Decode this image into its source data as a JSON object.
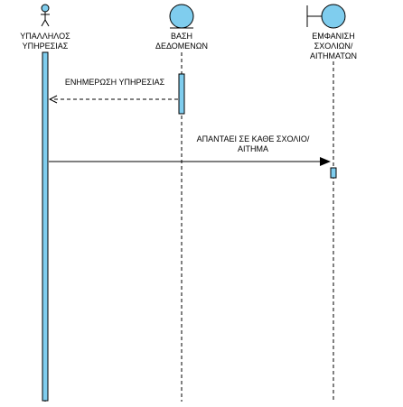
{
  "colors": {
    "fill": "#7fcdee",
    "stroke": "#000000",
    "background": "#ffffff"
  },
  "lifelines": [
    {
      "kind": "actor",
      "icon": "actor-icon",
      "label_lines": [
        "ΥΠΑΛΛΗΛΟΣ",
        "ΥΠΗΡΕΣΙΑΣ"
      ]
    },
    {
      "kind": "entity",
      "icon": "entity-icon",
      "label_lines": [
        "ΒΑΣΗ",
        "ΔΕΔΟΜΕΝΩΝ"
      ]
    },
    {
      "kind": "boundary",
      "icon": "boundary-icon",
      "label_lines": [
        "ΕΜΦΑΝΙΣΗ",
        "ΣΧΟΛΙΩΝ/",
        "ΑΙΤΗΜΑΤΩΝ"
      ]
    }
  ],
  "messages": [
    {
      "from": "ΒΑΣΗ ΔΕΔΟΜΕΝΩΝ",
      "to": "ΥΠΑΛΛΗΛΟΣ ΥΠΗΡΕΣΙΑΣ",
      "style": "dashed",
      "label_lines": [
        "ΕΝΗΜΕΡΩΣΗ ΥΠΗΡΕΣΙΑΣ"
      ]
    },
    {
      "from": "ΥΠΑΛΛΗΛΟΣ ΥΠΗΡΕΣΙΑΣ",
      "to": "ΕΜΦΑΝΙΣΗ ΣΧΟΛΙΩΝ/ ΑΙΤΗΜΑΤΩΝ",
      "style": "solid",
      "label_lines": [
        "ΑΠΑΝΤΑΕΙ ΣΕ ΚΑΘΕ ΣΧΟΛΙΟ/",
        "ΑΙΤΗΜΑ"
      ]
    }
  ]
}
